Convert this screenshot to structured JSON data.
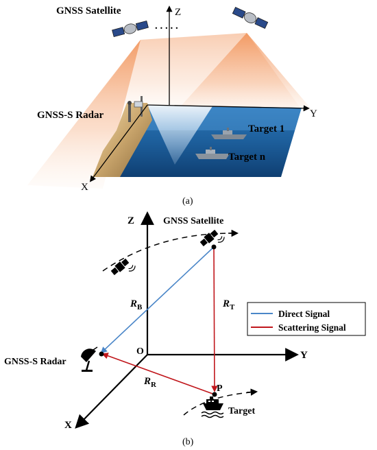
{
  "panel_a": {
    "caption": "(a)",
    "satellite_label": "GNSS Satellite",
    "ellipsis": ". . . . .",
    "radar_label": "GNSS-S Radar",
    "target1_label": "Target 1",
    "targetn_label": "Target n",
    "axis_z": "Z",
    "axis_y": "Y",
    "axis_x": "X"
  },
  "panel_b": {
    "caption": "(b)",
    "satellite_label": "GNSS Satellite",
    "radar_label": "GNSS-S Radar",
    "target_label": "Target",
    "axis_z": "Z",
    "axis_y": "Y",
    "axis_x": "X",
    "origin": "O",
    "point_p": "P",
    "rb_main": "R",
    "rb_sub": "B",
    "rt_main": "R",
    "rt_sub": "T",
    "rr_main": "R",
    "rr_sub": "R",
    "legend": {
      "direct": "Direct Signal",
      "scattering": "Scattering Signal"
    },
    "colors": {
      "direct": "#4a86c8",
      "scattering": "#c0161b"
    }
  }
}
